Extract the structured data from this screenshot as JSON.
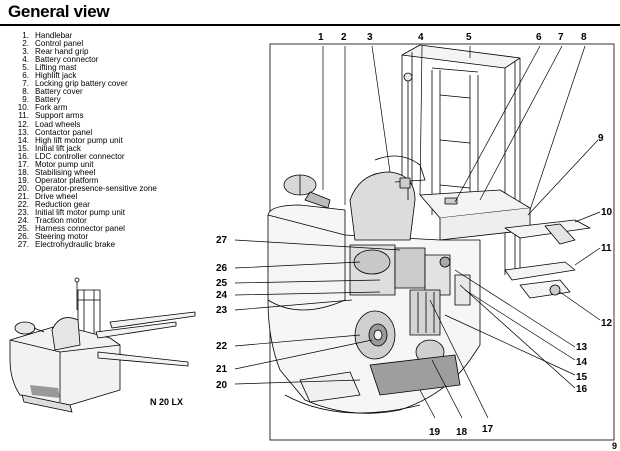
{
  "header": {
    "title": "General view"
  },
  "legend": [
    {
      "n": "1.",
      "label": "Handlebar"
    },
    {
      "n": "2.",
      "label": "Control panel"
    },
    {
      "n": "3.",
      "label": "Rear hand grip"
    },
    {
      "n": "4.",
      "label": "Battery connector"
    },
    {
      "n": "5.",
      "label": "Lifting mast"
    },
    {
      "n": "6.",
      "label": "Highlift jack"
    },
    {
      "n": "7.",
      "label": "Locking grip battery cover"
    },
    {
      "n": "8.",
      "label": "Battery cover"
    },
    {
      "n": "9.",
      "label": "Battery"
    },
    {
      "n": "10.",
      "label": "Fork arm"
    },
    {
      "n": "11.",
      "label": "Support arms"
    },
    {
      "n": "12.",
      "label": "Load wheels"
    },
    {
      "n": "13.",
      "label": "Contactor panel"
    },
    {
      "n": "14.",
      "label": "High lift motor pump unit"
    },
    {
      "n": "15.",
      "label": "Initial lift jack"
    },
    {
      "n": "16.",
      "label": "LDC controller connector"
    },
    {
      "n": "17.",
      "label": "Motor pump unit"
    },
    {
      "n": "18.",
      "label": "Stabilising wheel"
    },
    {
      "n": "19.",
      "label": "Operator platform"
    },
    {
      "n": "20.",
      "label": "Operator-presence-sensitive  zone"
    },
    {
      "n": "21.",
      "label": "Drive wheel"
    },
    {
      "n": "22.",
      "label": "Reduction gear"
    },
    {
      "n": "23.",
      "label": "Initial lift motor pump unit"
    },
    {
      "n": "24.",
      "label": "Traction motor"
    },
    {
      "n": "25.",
      "label": "Harness connector panel"
    },
    {
      "n": "26.",
      "label": "Steering motor"
    },
    {
      "n": "27.",
      "label": "Electrohydraulic brake"
    }
  ],
  "callouts": {
    "c1": "1",
    "c2": "2",
    "c3": "3",
    "c4": "4",
    "c5": "5",
    "c6": "6",
    "c7": "7",
    "c8": "8",
    "c9": "9",
    "c10": "10",
    "c11": "11",
    "c12": "12",
    "c13": "13",
    "c14": "14",
    "c15": "15",
    "c16": "16",
    "c17": "17",
    "c18": "18",
    "c19": "19",
    "c20": "20",
    "c21": "21",
    "c22": "22",
    "c23": "23",
    "c24": "24",
    "c25": "25",
    "c26": "26",
    "c27": "27"
  },
  "small_truck": {
    "model": "N 20 LX"
  },
  "footer": {
    "page_number": "9"
  }
}
